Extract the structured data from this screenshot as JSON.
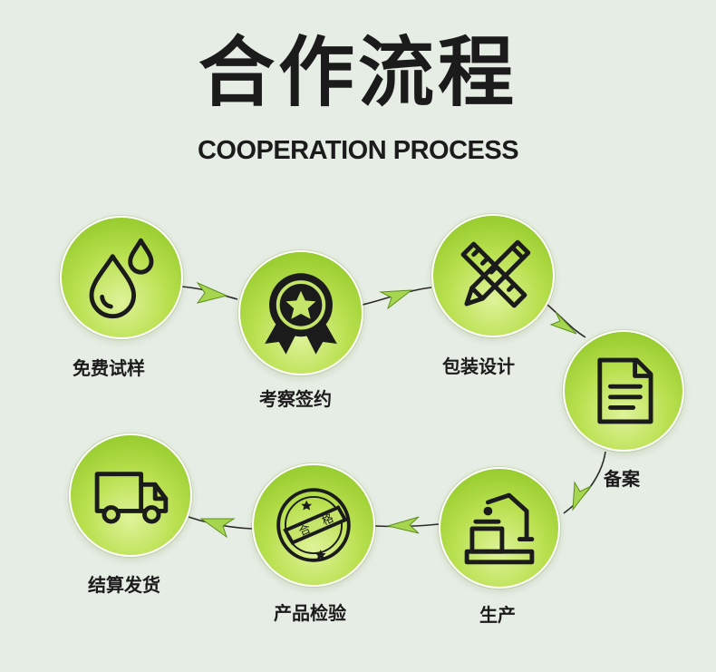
{
  "header": {
    "title": "合作流程",
    "subtitle": "COOPERATION PROCESS"
  },
  "steps": [
    {
      "label": "免费试样",
      "icon": "water-drops-icon"
    },
    {
      "label": "考察签约",
      "icon": "award-medal-icon"
    },
    {
      "label": "包装设计",
      "icon": "ruler-pencil-icon"
    },
    {
      "label": "备案",
      "icon": "document-icon"
    },
    {
      "label": "生产",
      "icon": "excavator-machine-icon"
    },
    {
      "label": "产品检验",
      "icon": "qualified-stamp-icon"
    },
    {
      "label": "结算发货",
      "icon": "delivery-truck-icon"
    }
  ],
  "stamp": {
    "text_left": "合",
    "text_right": "格"
  },
  "colors": {
    "accent": "#8cc63f",
    "arrow": "#a6d64f",
    "ink": "#1b1b1b",
    "background": "#e6ede4"
  }
}
